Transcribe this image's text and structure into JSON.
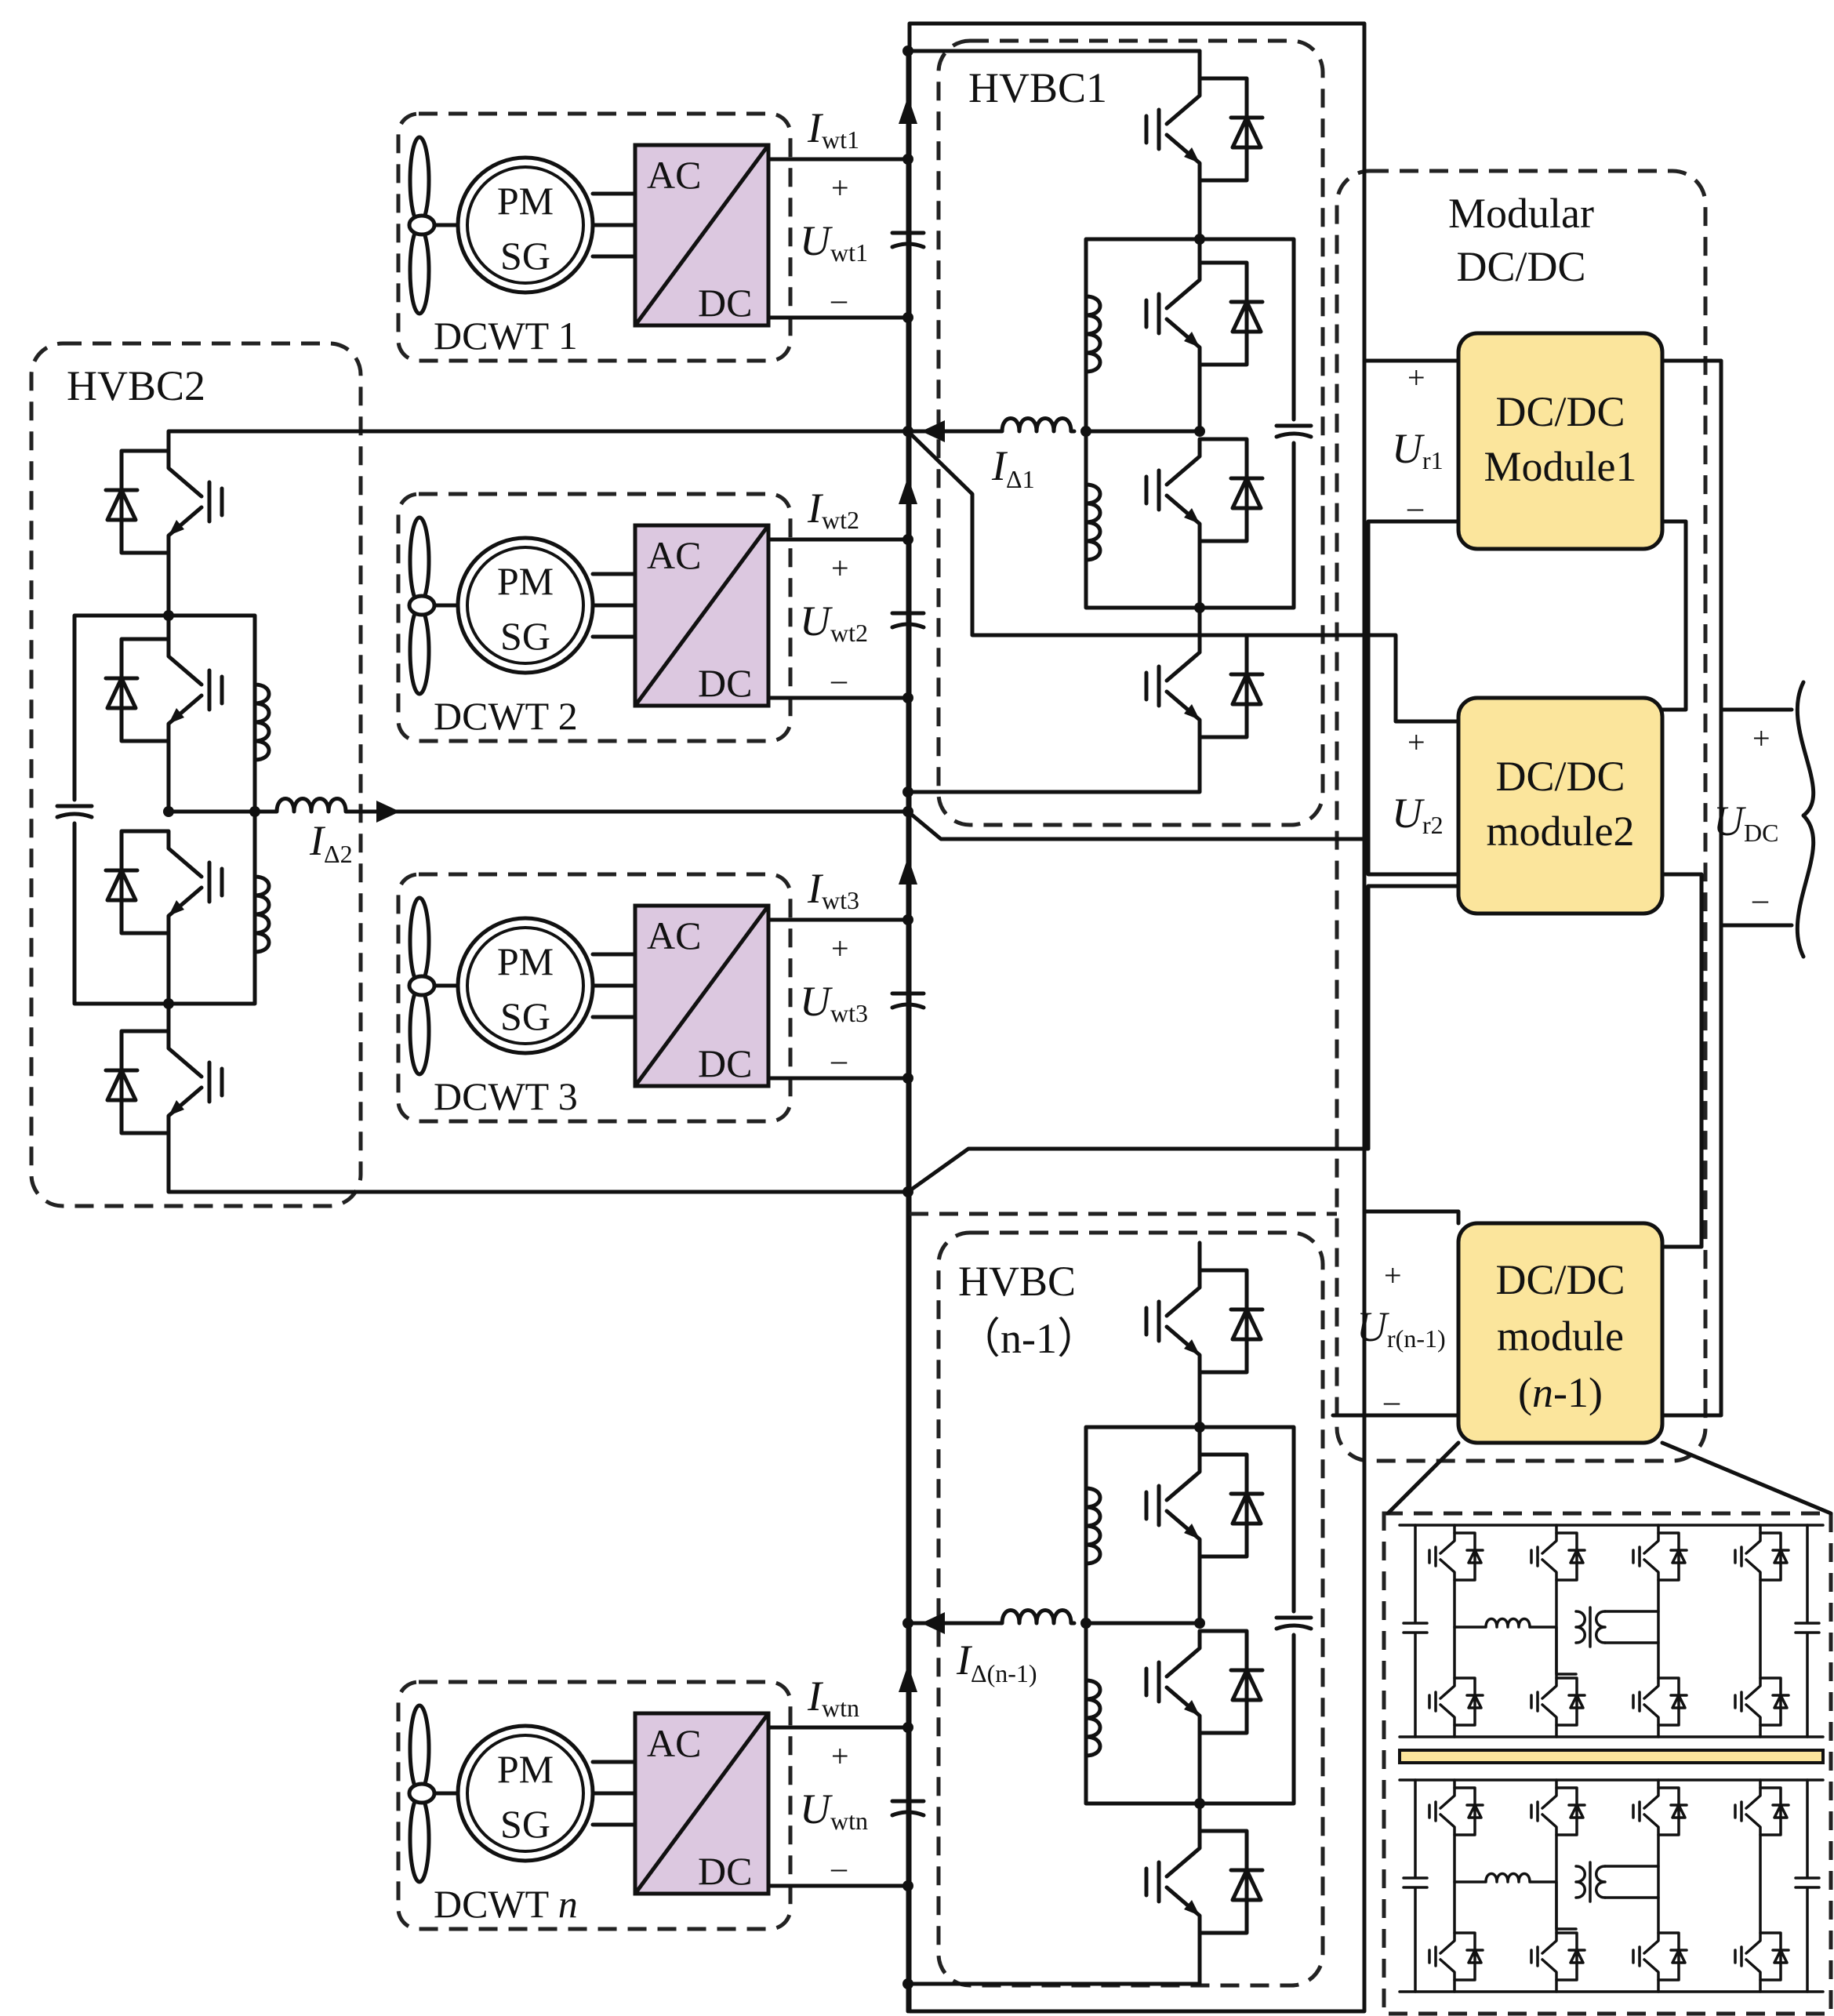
{
  "colors": {
    "hvbc_fill": "#a9dfeb",
    "dcwt_fill": "#8cbb4e",
    "converter_fill": "#dcc8e0",
    "modular_fill": "#f2b8b9",
    "module_fill": "#fbe59c",
    "detail_fill": "#fbe59c"
  },
  "hvbc": {
    "hvbc1": "HVBC1",
    "hvbc2": "HVBC2",
    "hvbcn_line1": "HVBC",
    "hvbcn_line2": "（n-1）"
  },
  "dcwt": [
    {
      "label": "DCWT 1",
      "i_main": "I",
      "i_sub": "wt1",
      "u_main": "U",
      "u_sub": "wt1"
    },
    {
      "label": "DCWT 2",
      "i_main": "I",
      "i_sub": "wt2",
      "u_main": "U",
      "u_sub": "wt2"
    },
    {
      "label": "DCWT 3",
      "i_main": "I",
      "i_sub": "wt3",
      "u_main": "U",
      "u_sub": "wt3"
    },
    {
      "label": "DCWT n",
      "i_main": "I",
      "i_sub": "wtn",
      "u_main": "U",
      "u_sub": "wtn"
    }
  ],
  "generator": {
    "line1": "PM",
    "line2": "SG"
  },
  "converter": {
    "ac": "AC",
    "dc": "DC"
  },
  "signs": {
    "plus": "+",
    "minus": "–"
  },
  "currents": {
    "delta1": {
      "main": "I",
      "sub": "Δ1"
    },
    "delta2": {
      "main": "I",
      "sub": "Δ2"
    },
    "deltan": {
      "main": "I",
      "sub": "Δ(n-1)"
    }
  },
  "modular": {
    "line1": "Modular",
    "line2": "DC/DC"
  },
  "modules": [
    {
      "lines": [
        "DC/DC",
        "Module1"
      ],
      "u_main": "U",
      "u_sub": "r1"
    },
    {
      "lines": [
        "DC/DC",
        "module2"
      ],
      "u_main": "U",
      "u_sub": "r2"
    },
    {
      "lines": [
        "DC/DC",
        "module",
        "(n-1)"
      ],
      "u_main": "U",
      "u_sub": "r(n-1)"
    }
  ],
  "output": {
    "main": "U",
    "sub": "DC"
  }
}
